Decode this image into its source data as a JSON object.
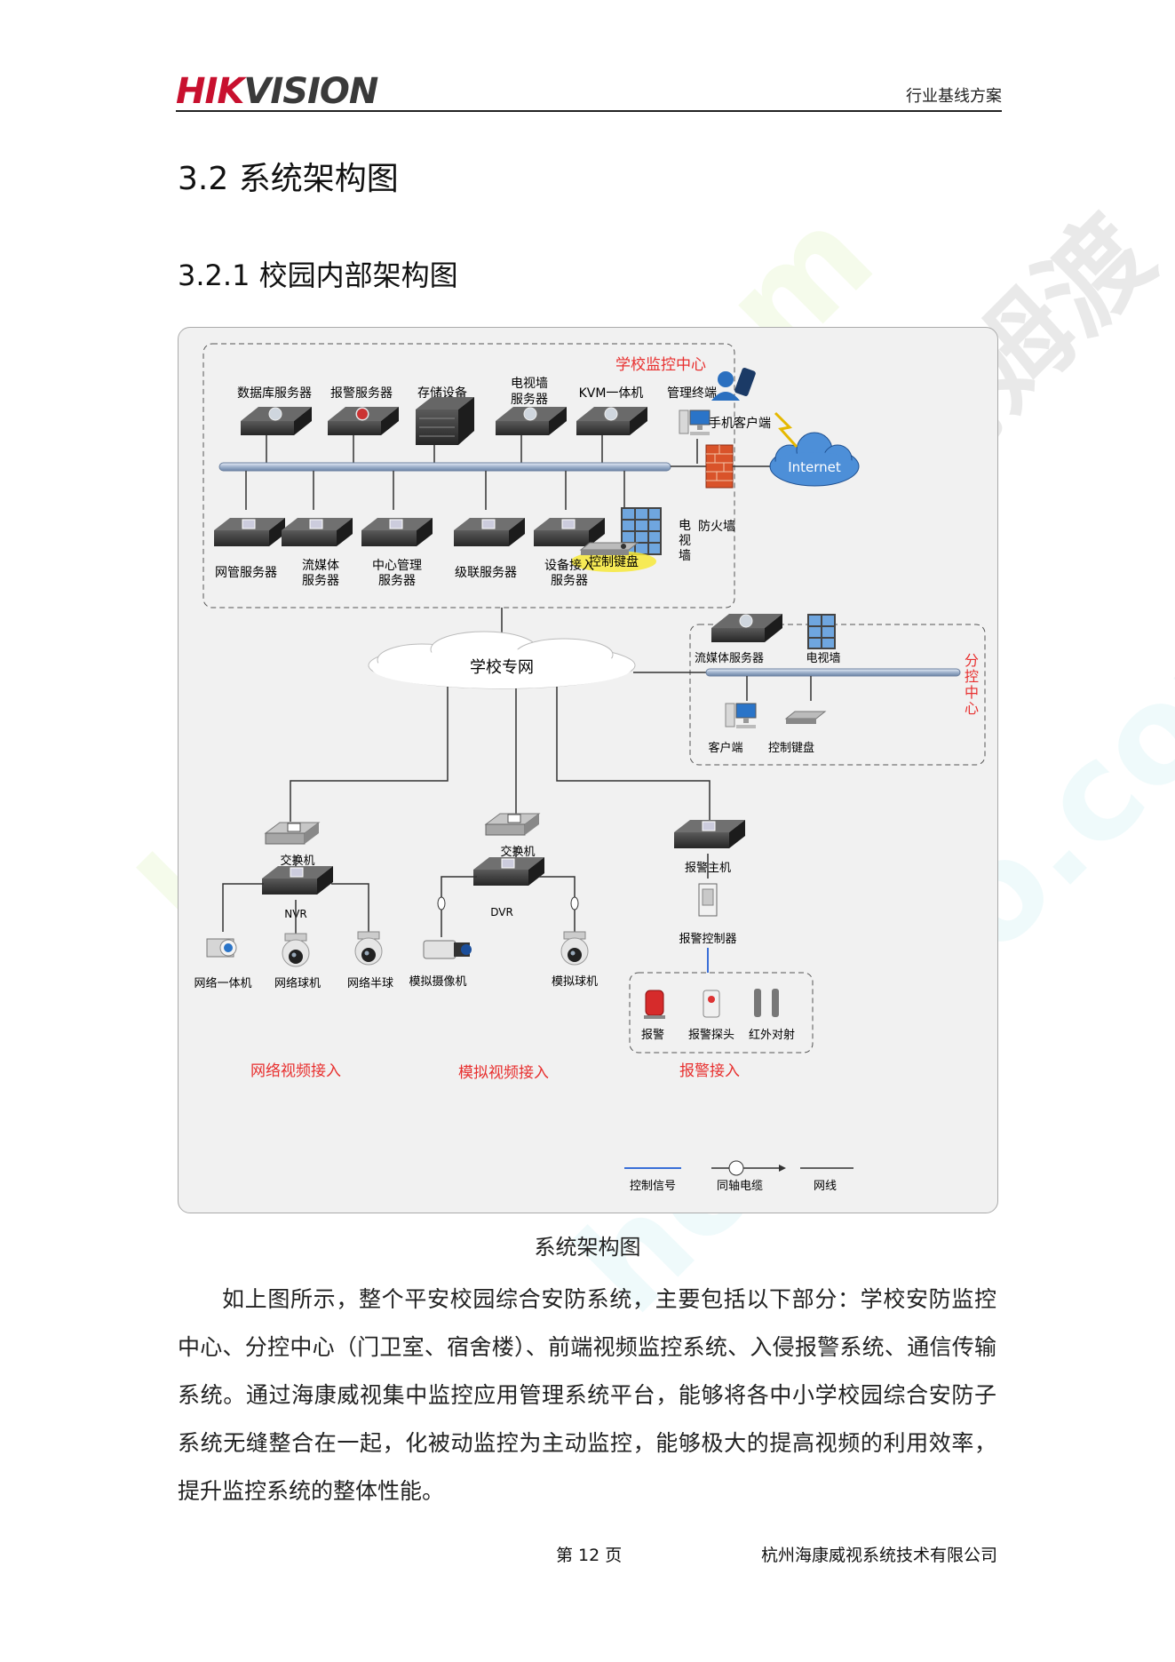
{
  "header": {
    "logo_part1": "HIK",
    "logo_part2": "VISION",
    "right_label": "行业基线方案",
    "brand_red": "#c8102e"
  },
  "section": {
    "title": "3.2  系统架构图"
  },
  "subsection": {
    "title": "3.2.1  校园内部架构图"
  },
  "diagram": {
    "center": {
      "title": "学校监控中心",
      "top_devices": [
        "数据库服务器",
        "报警服务器",
        "存储设备",
        "电视墙服务器",
        "KVM一体机",
        "管理终端"
      ],
      "bottom_devices": [
        "网管服务器",
        "流媒体服务器",
        "中心管理服务器",
        "级联服务器",
        "设备接入服务器",
        "控制键盘",
        "电视墙"
      ]
    },
    "external": {
      "mobile": "手机客户端",
      "internet": "Internet",
      "firewall": "防火墙"
    },
    "network": "学校专网",
    "branch": {
      "title": "分控中心",
      "devices": [
        "流媒体服务器",
        "电视墙",
        "客户端",
        "控制键盘"
      ]
    },
    "switches": [
      "交换机",
      "交换机"
    ],
    "recorders": [
      "NVR",
      "DVR"
    ],
    "alarm_host": "报警主机",
    "alarm_controller": "报警控制器",
    "network_cams": [
      "网络一体机",
      "网络球机",
      "网络半球"
    ],
    "analog_cams": [
      "模拟摄像机",
      "模拟球机"
    ],
    "alarm_devices": [
      "报警",
      "报警探头",
      "红外对射"
    ],
    "groups": [
      "网络视频接入",
      "模拟视频接入",
      "报警接入"
    ],
    "legend": [
      "控制信号",
      "同轴电缆",
      "网线"
    ],
    "colors": {
      "title_red": "#e8302f",
      "device": "#3c3c3c",
      "control_line": "#3a6fd8"
    }
  },
  "caption": "系统架构图",
  "paragraph": "如上图所示，整个平安校园综合安防系统，主要包括以下部分：学校安防监控中心、分控中心（门卫室、宿舍楼）、前端视频监控系统、入侵报警系统、通信传输系统。通过海康威视集中监控应用管理系统平台，能够将各中小学校园综合安防子系统无缝整合在一起，化被动监控为主动监控，能够极大的提高视频的利用效率，提升监控系统的整体性能。",
  "footer": {
    "page": "第 12 页",
    "company": "杭州海康威视系统技术有限公司"
  }
}
